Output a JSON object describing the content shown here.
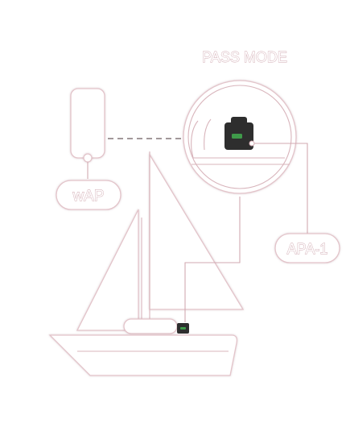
{
  "diagram": {
    "title": "PASS MODE",
    "labels": {
      "wap": "wAP",
      "apa": "APA-1"
    },
    "colors": {
      "outline": "#e3c4ca",
      "dashed_link": "#6a5a5e",
      "device_body": "#2e2e2e",
      "led": "#3f9a4a",
      "background": "#ffffff"
    }
  }
}
